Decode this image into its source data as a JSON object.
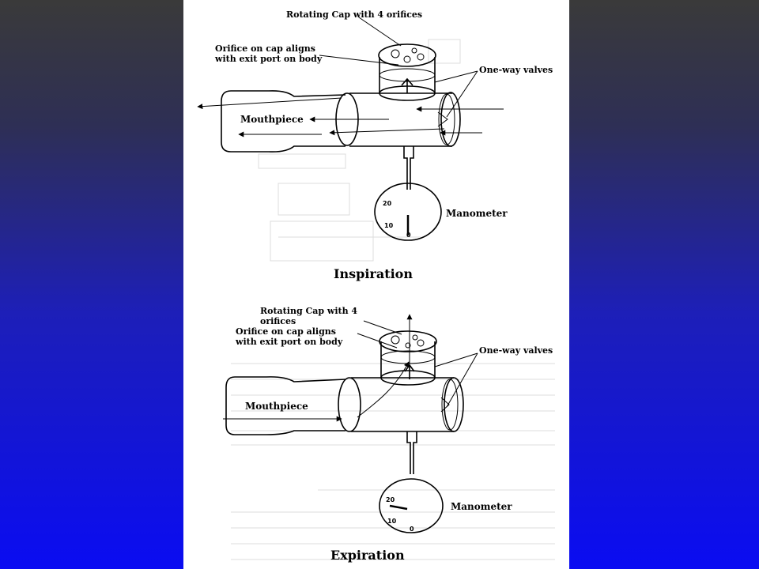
{
  "inspiration": {
    "title": "Inspiration",
    "cap_label": "Rotating Cap with 4 orifices",
    "orifice_label_1": "Orifice on cap aligns",
    "orifice_label_2": "with exit port on body",
    "valves_label": "One-way valves",
    "mouthpiece_label": "Mouthpiece",
    "manometer_label": "Manometer",
    "tick_20": "20",
    "tick_10": "10",
    "tick_0": "0"
  },
  "expiration": {
    "title": "Expiration",
    "cap_label_1": "Rotating Cap with 4",
    "cap_label_2": "orifices",
    "orifice_label_1": "Orifice on cap aligns",
    "orifice_label_2": "with exit port on body",
    "valves_label": "One-way valves",
    "mouthpiece_label": "Mouthpiece",
    "manometer_label": "Manometer",
    "tick_20": "20",
    "tick_10": "10",
    "tick_0": "0"
  },
  "colors": {
    "background_top": "#3a3a3a",
    "background_bottom": "#0a0cf2",
    "slide": "#ffffff",
    "ink": "#000000"
  }
}
